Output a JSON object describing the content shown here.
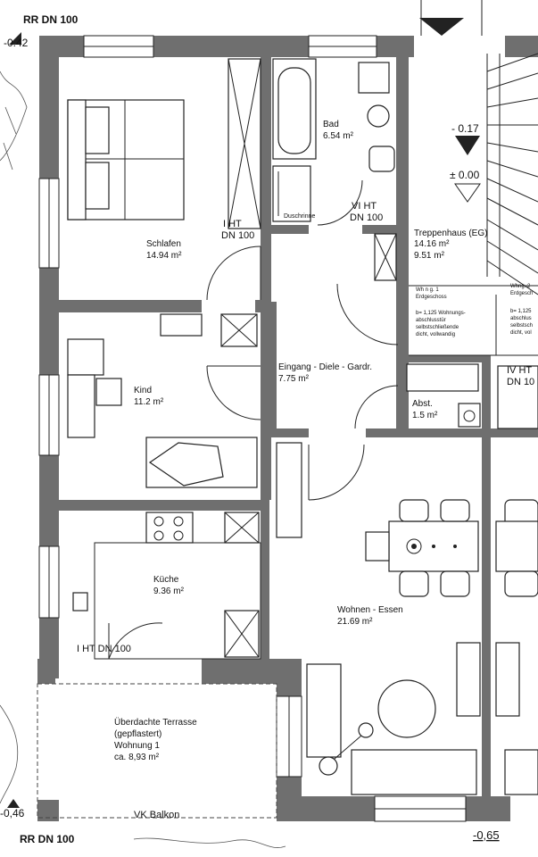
{
  "labels": {
    "rr_top": "RR DN 100",
    "level_top_left": "-0.42",
    "level_bottom_left": "-0,46",
    "rr_bottom": "RR DN 100",
    "level_bottom_right": "-0,65",
    "vk_balkon": "VK Balkon",
    "level_stair_1": "- 0.17",
    "level_stair_2": "± 0.00"
  },
  "rooms": {
    "schlafen": {
      "name": "Schlafen",
      "area": "14.94 m²"
    },
    "bad": {
      "name": "Bad",
      "area": "6.54 m²"
    },
    "treppenhaus": {
      "name": "Treppenhaus (EG)",
      "area1": "14.16 m²",
      "area2": "9.51 m²"
    },
    "kind": {
      "name": "Kind",
      "area": "11.2 m²"
    },
    "eingang": {
      "name": "Eingang - Diele - Gardr.",
      "area": "7.75 m²"
    },
    "abst": {
      "name": "Abst.",
      "area": "1.5 m²"
    },
    "kueche": {
      "name": "Küche",
      "area": "9.36 m²"
    },
    "wohnen": {
      "name": "Wohnen - Essen",
      "area": "21.69 m²"
    },
    "terrasse": {
      "line1": "Überdachte Terrasse",
      "line2": "(gepflastert)",
      "line3": "Wohnung 1",
      "line4": "ca. 8,93 m²"
    }
  },
  "pipes": {
    "iht_bed": {
      "l1": "I HT",
      "l2": "DN 100"
    },
    "vi_ht": {
      "l1": "VI HT",
      "l2": "DN 100"
    },
    "duschrinne": "Duschrinne",
    "iv_ht": {
      "l1": "IV HT",
      "l2": "DN 10"
    },
    "i_ht_kueche": "I HT DN 100"
  },
  "notes": {
    "wohnung1": [
      "Wh n g. 1",
      "Erdgeschoss",
      "b= 1,125 Wohnungs-",
      "abschlusstür",
      "selbstschließende",
      "dicht, vollwandig"
    ],
    "wohnung2": [
      "Whng. 2",
      "Erdgesch",
      "b= 1,125",
      "abschlus",
      "selbstsch",
      "dicht, vol"
    ]
  }
}
